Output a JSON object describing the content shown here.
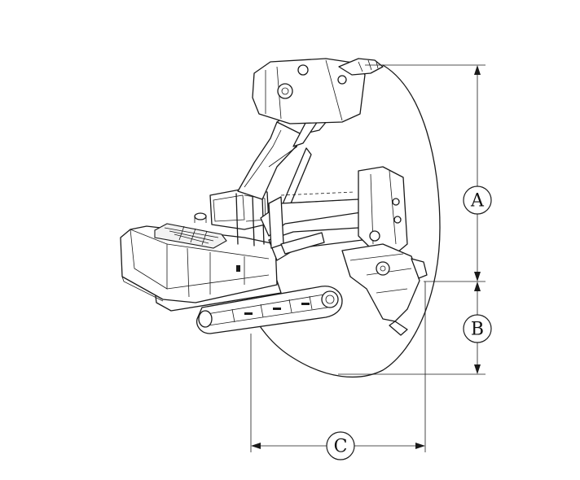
{
  "dimension_labels": {
    "a": "A",
    "b": "B",
    "c": "C"
  },
  "line_color": "#1a1a1a",
  "background_color": "#ffffff"
}
